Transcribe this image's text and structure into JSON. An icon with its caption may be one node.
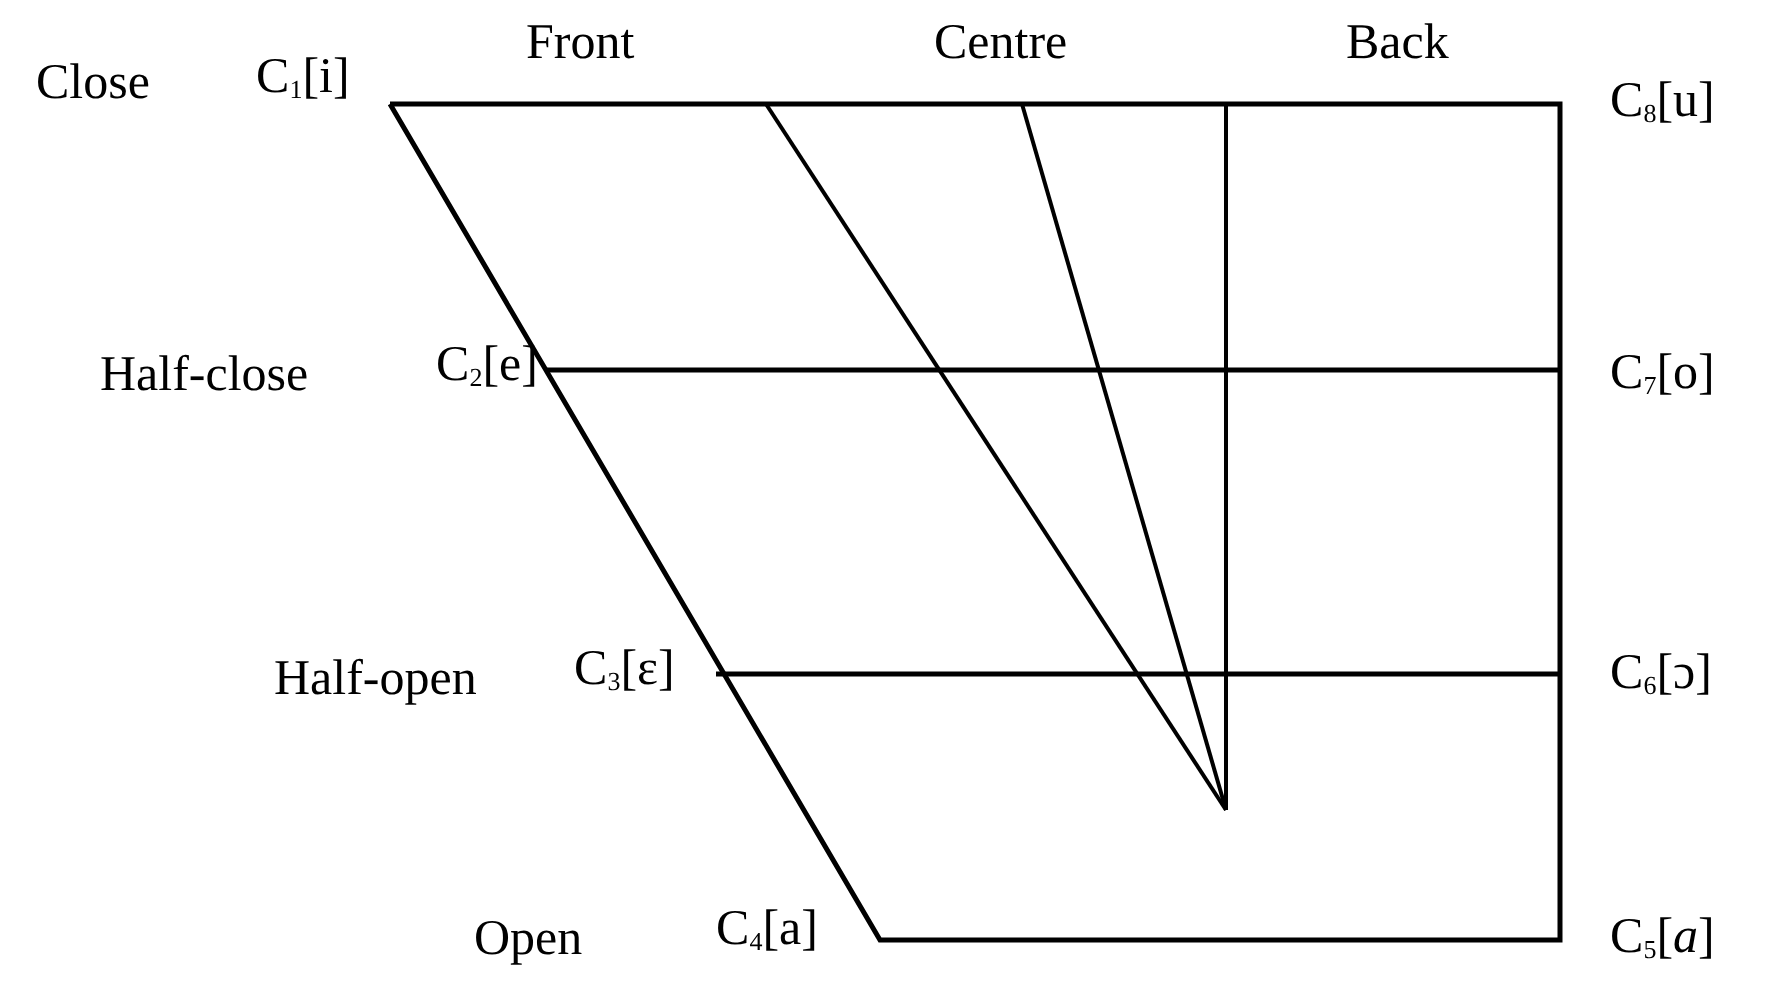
{
  "diagram": {
    "labels": [
      "Front",
      "Centre",
      "Back",
      "Close",
      "C$_{1}$[i]",
      "C$_{8}$[u]",
      "Half-close",
      "C$_{2}$[e]",
      "C$_{7}$[o]",
      "Half-open",
      "C$_{3}$[ɛ]",
      "C$_{6}$[ɔ]",
      "Open",
      "C$_{4}$[a]",
      "C$_{5}$[*a*]"
    ]
  }
}
